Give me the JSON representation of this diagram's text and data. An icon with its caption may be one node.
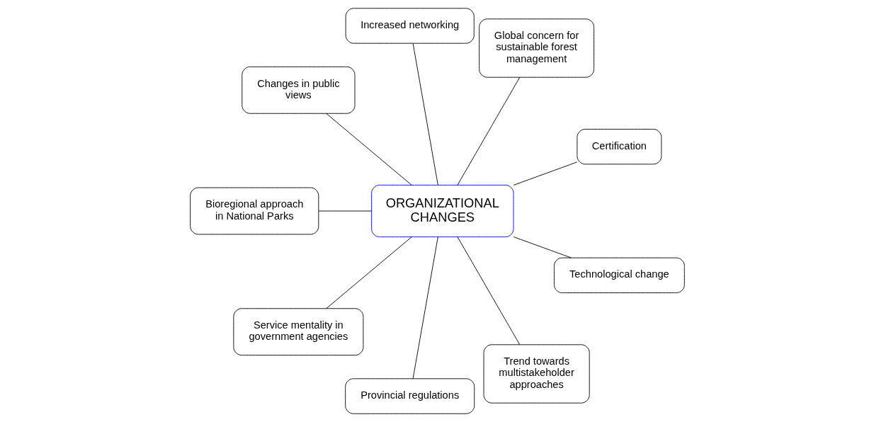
{
  "diagram": {
    "nodes": [
      {
        "text": [
          "ORGANIZATIONAL CHANGES"
        ]
      },
      {
        "text": [
          "Certification"
        ]
      },
      {
        "text": [
          "Global concern for sustainable forest management"
        ]
      },
      {
        "text": [
          "Increased networking"
        ]
      },
      {
        "text": [
          "Changes in public views"
        ]
      },
      {
        "text": [
          "Bioregional approach in National Parks"
        ]
      },
      {
        "text": [
          "Service mentality in government agencies"
        ]
      },
      {
        "text": [
          "Provincial regulations"
        ]
      },
      {
        "text": [
          "Trend towards multistakeholder approaches"
        ]
      },
      {
        "text": [
          "Technological change"
        ]
      }
    ],
    "edges": [
      {
        "from": 0,
        "to": 1,
        "arrow": "none"
      },
      {
        "from": 0,
        "to": 2,
        "arrow": "none"
      },
      {
        "from": 0,
        "to": 3,
        "arrow": "none"
      },
      {
        "from": 0,
        "to": 4,
        "arrow": "none"
      },
      {
        "from": 0,
        "to": 5,
        "arrow": "none"
      },
      {
        "from": 0,
        "to": 6,
        "arrow": "none"
      },
      {
        "from": 0,
        "to": 7,
        "arrow": "none"
      },
      {
        "from": 0,
        "to": 8,
        "arrow": "none"
      },
      {
        "from": 0,
        "to": 9,
        "arrow": "none"
      }
    ]
  }
}
